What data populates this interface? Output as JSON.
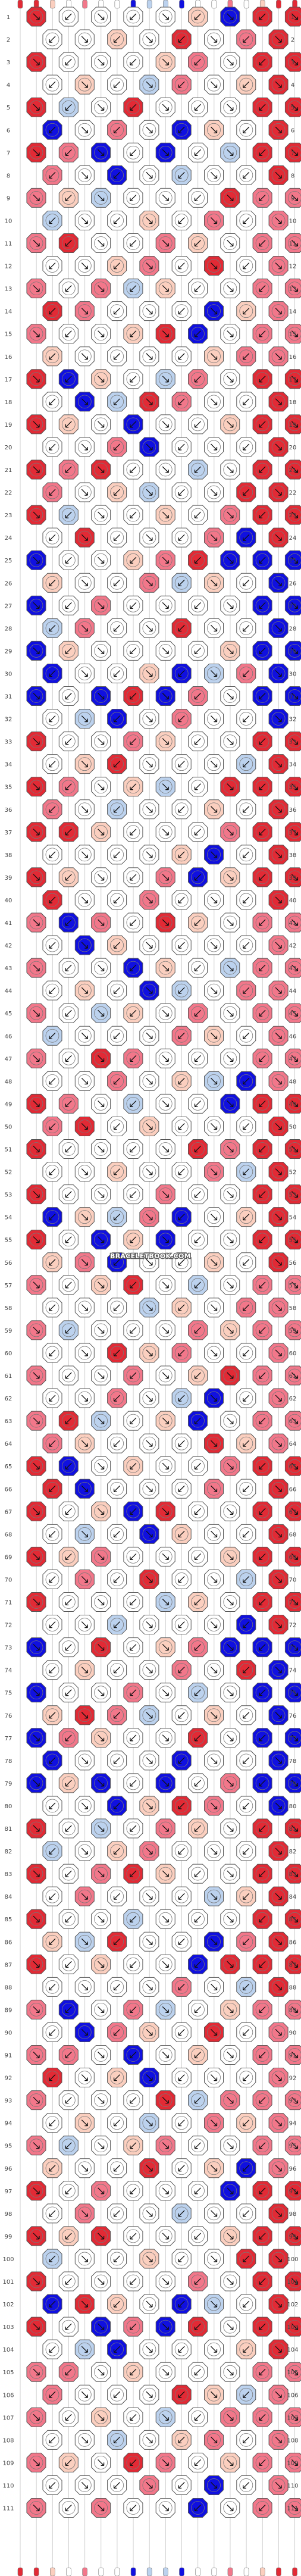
{
  "pattern": {
    "watermark": "BRACELETBOOK.COM",
    "rows": 111,
    "strings": 18,
    "red_row_numbers": [
      66
    ],
    "palette": {
      "red": "#e22a35",
      "pink": "#f2778a",
      "peach": "#fbcfbf",
      "white": "#ffffff",
      "lightblue": "#bcd2ee",
      "blue": "#1010e0"
    },
    "string_colors": [
      "red",
      "red",
      "peach",
      "white",
      "pink",
      "white",
      "white",
      "blue",
      "lightblue",
      "lightblue",
      "blue",
      "white",
      "white",
      "pink",
      "white",
      "peach",
      "red",
      "red"
    ]
  }
}
